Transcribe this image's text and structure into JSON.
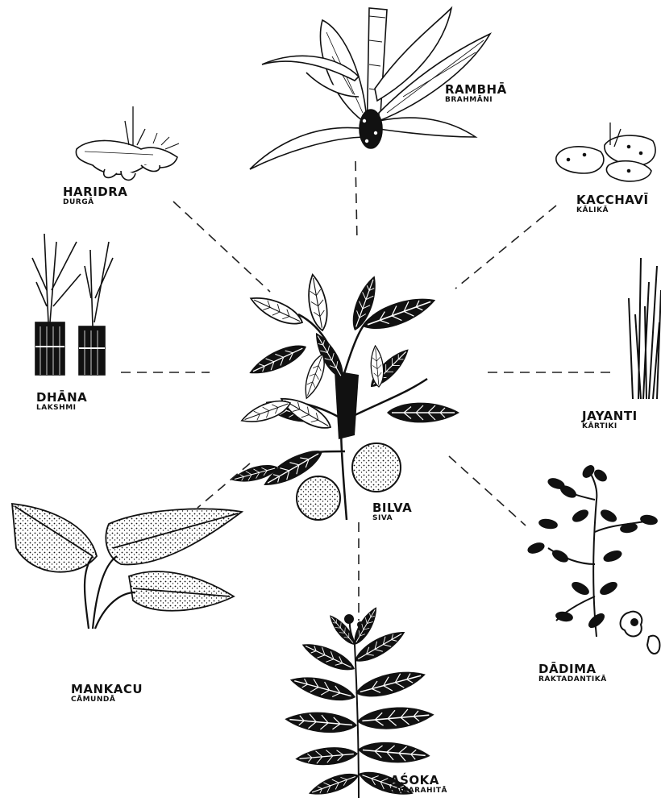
{
  "center": {
    "name": "BILVA",
    "deity": "SIVA"
  },
  "plants": {
    "rambha": {
      "name": "RAMBHĀ",
      "deity": "BRAHMĀNI"
    },
    "haridra": {
      "name": "HARIDRA",
      "deity": "DURGĀ"
    },
    "kacchavi": {
      "name": "KACCHAVĪ",
      "deity": "KĀLIKĀ"
    },
    "dhana": {
      "name": "DHĀNA",
      "deity": "LAKSHMI"
    },
    "jayanti": {
      "name": "JAYANTI",
      "deity": "KĀRTIKI"
    },
    "mankacu": {
      "name": "MANKACU",
      "deity": "CĀMUNDĀ"
    },
    "dadima": {
      "name": "DĀDIMA",
      "deity": "RAKTADANTIKĀ"
    },
    "asoka": {
      "name": "AŚOKA",
      "deity": "ŚOKARAHITĀ"
    }
  },
  "colors": {
    "ink": "#111111",
    "paper": "#ffffff"
  }
}
